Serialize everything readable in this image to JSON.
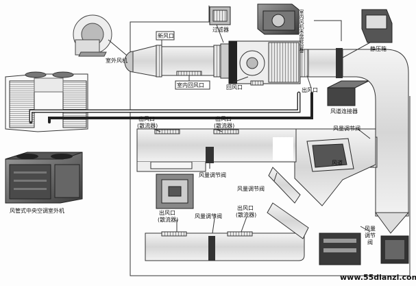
{
  "labels": {
    "outdoor_fan": "室外风机",
    "fresh_air_inlet": "新风口",
    "filter": "过滤器",
    "indoor_fan_coil": "室内风机末盘管设备",
    "plenum_box": "静压箱",
    "return_air_inlet": "室内回风口",
    "return_air_port": "回风口",
    "outlet_1": "出风口",
    "duct_connector": "风道连接器",
    "air_valve_right": "风量调节阀",
    "outlet_diffuser_a": "出风口\n(散流器)",
    "outlet_diffuser_b": "出风口\n(散流器)",
    "air_valve_mid": "风量调节阀",
    "air_valve_center": "风量调节阀",
    "duct": "风道",
    "outlet_diffuser_c": "出风口\n(散流器)",
    "air_valve_lower": "风量调节阀",
    "outlet_diffuser_d": "出风口\n(散流器)",
    "air_valve_bottom": "风量\n调节\n阀",
    "outdoor_unit_caption": "风管式中央空调室外机",
    "watermark_domain": "www.55dianzi.com"
  }
}
